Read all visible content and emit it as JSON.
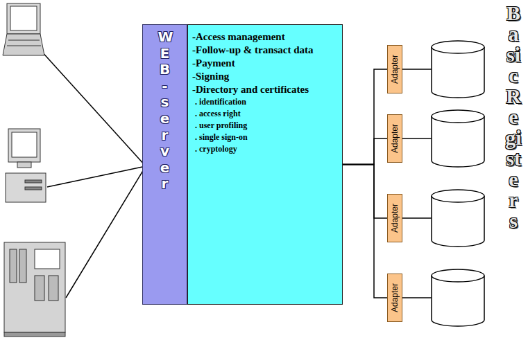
{
  "diagram": {
    "nodes": [
      {
        "text": [
          "WEB-server"
        ]
      },
      {
        "text": [
          "-Access management",
          "-Follow-up & transact data",
          "-Payment",
          "-Signing",
          "-Directory and certificates",
          ". identification",
          ". access right",
          ". user profiling",
          ". single sign-on",
          ". cryptology"
        ]
      },
      {
        "text": [
          "Adapter"
        ]
      },
      {
        "text": [
          "Adapter"
        ]
      },
      {
        "text": [
          "Adapter"
        ]
      },
      {
        "text": [
          "Adapter"
        ]
      }
    ],
    "edges": [
      {
        "from": 1,
        "to": 2,
        "arrow": "none"
      },
      {
        "from": 1,
        "to": 3,
        "arrow": "none"
      },
      {
        "from": 1,
        "to": 4,
        "arrow": "none"
      },
      {
        "from": 1,
        "to": 5,
        "arrow": "none"
      }
    ],
    "labels": [
      "Basic Registers"
    ]
  }
}
